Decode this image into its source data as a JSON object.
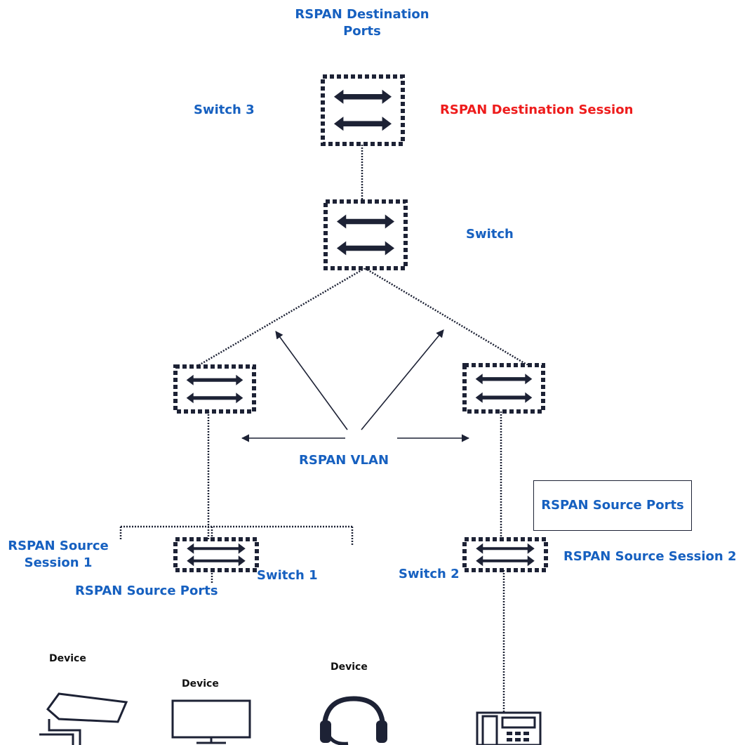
{
  "labels": {
    "rspan_destination_ports": "RSPAN Destination\nPorts",
    "switch_3": "Switch 3",
    "rspan_destination_session": "RSPAN Destination Session",
    "switch": "Switch",
    "rspan_vlan": "RSPAN VLAN",
    "rspan_source_session_1": "RSPAN Source\nSession 1",
    "switch_1": "Switch 1",
    "rspan_source_ports_left": "RSPAN Source Ports",
    "switch_2": "Switch 2",
    "rspan_source_session_2": "RSPAN Source Session 2",
    "rspan_source_ports_right": "RSPAN Source Ports",
    "device_1": "Device",
    "device_2": "Device",
    "device_3": "Device"
  },
  "icons": {
    "switch": "switch-icon",
    "camera": "camera-icon",
    "computer": "computer-icon",
    "headset": "headset-icon",
    "phone": "phone-icon"
  },
  "colors": {
    "label_blue": "#1660c0",
    "label_red": "#ee1c1c",
    "icon_dark": "#1d2235"
  }
}
